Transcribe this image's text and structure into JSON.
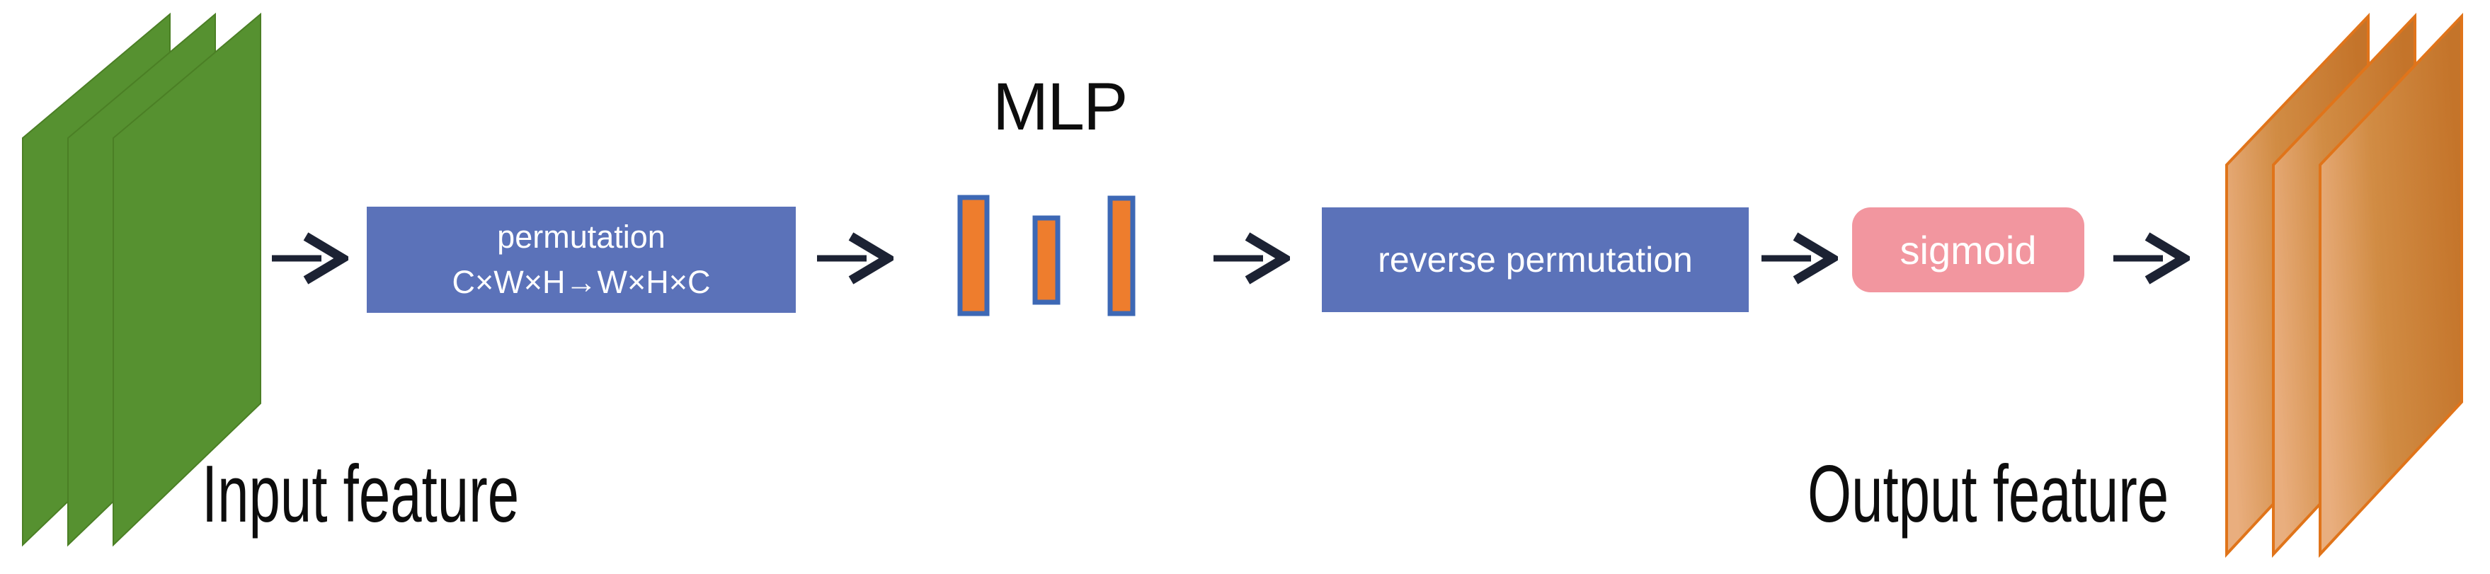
{
  "labels": {
    "input": "Input feature",
    "mlp": "MLP",
    "output": "Output feature"
  },
  "boxes": {
    "permutation": {
      "line1": "permutation",
      "line2": "C×W×H→W×H×C"
    },
    "reverse_permutation": {
      "label": "reverse permutation"
    },
    "sigmoid": {
      "label": "sigmoid"
    }
  },
  "colors": {
    "input_stack_green": "#569130",
    "input_stack_edge": "#4b7f25",
    "block_blue": "#5b72b9",
    "mlp_bar_orange": "#ee7d2d",
    "mlp_bar_border_blue": "#3d68b5",
    "sigmoid_pink": "#f2969f",
    "arrow_navy": "#1c2233",
    "output_stack_border": "#e0741a",
    "label_text": "#0d0d0d",
    "box_text": "#ffffff"
  }
}
